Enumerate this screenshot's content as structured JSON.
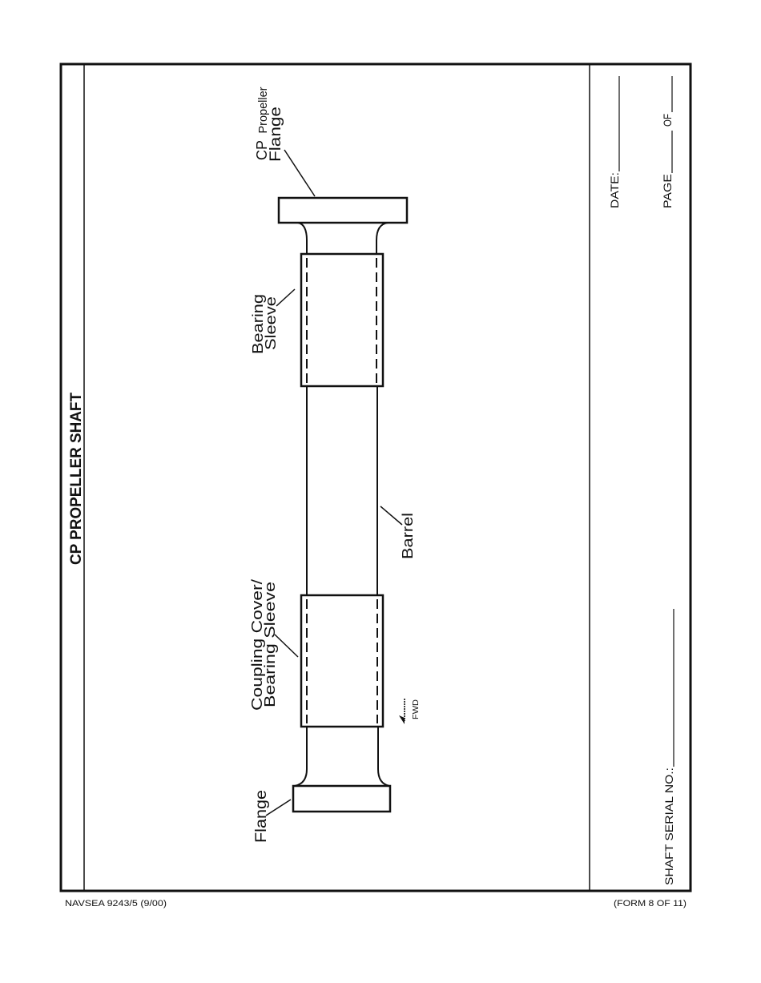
{
  "form": {
    "title": "CP PROPELLER SHAFT",
    "footer_left": "NAVSEA 9243/5 (9/00)",
    "footer_right": "(FORM 8 OF 11)"
  },
  "diagram": {
    "labels": {
      "cp_prefix": "CP",
      "propeller": "Propeller",
      "cp_flange": "Flange",
      "bearing_sleeve_line1": "Bearing",
      "bearing_sleeve_line2": "Sleeve",
      "barrel": "Barrel",
      "coupling_line1": "Coupling Cover/",
      "coupling_line2": "Bearing Sleeve",
      "fwd": "FWD",
      "flange": "Flange"
    },
    "direction_icon": "arrow-forward-icon"
  },
  "fields": {
    "date_label": "DATE:",
    "date_value": "",
    "page_label": "PAGE",
    "page_value": "",
    "of_label": "OF",
    "of_value": "",
    "serial_label": "SHAFT SERIAL NO.:",
    "serial_value": ""
  },
  "colors": {
    "ink": "#111111",
    "paper": "#ffffff"
  }
}
